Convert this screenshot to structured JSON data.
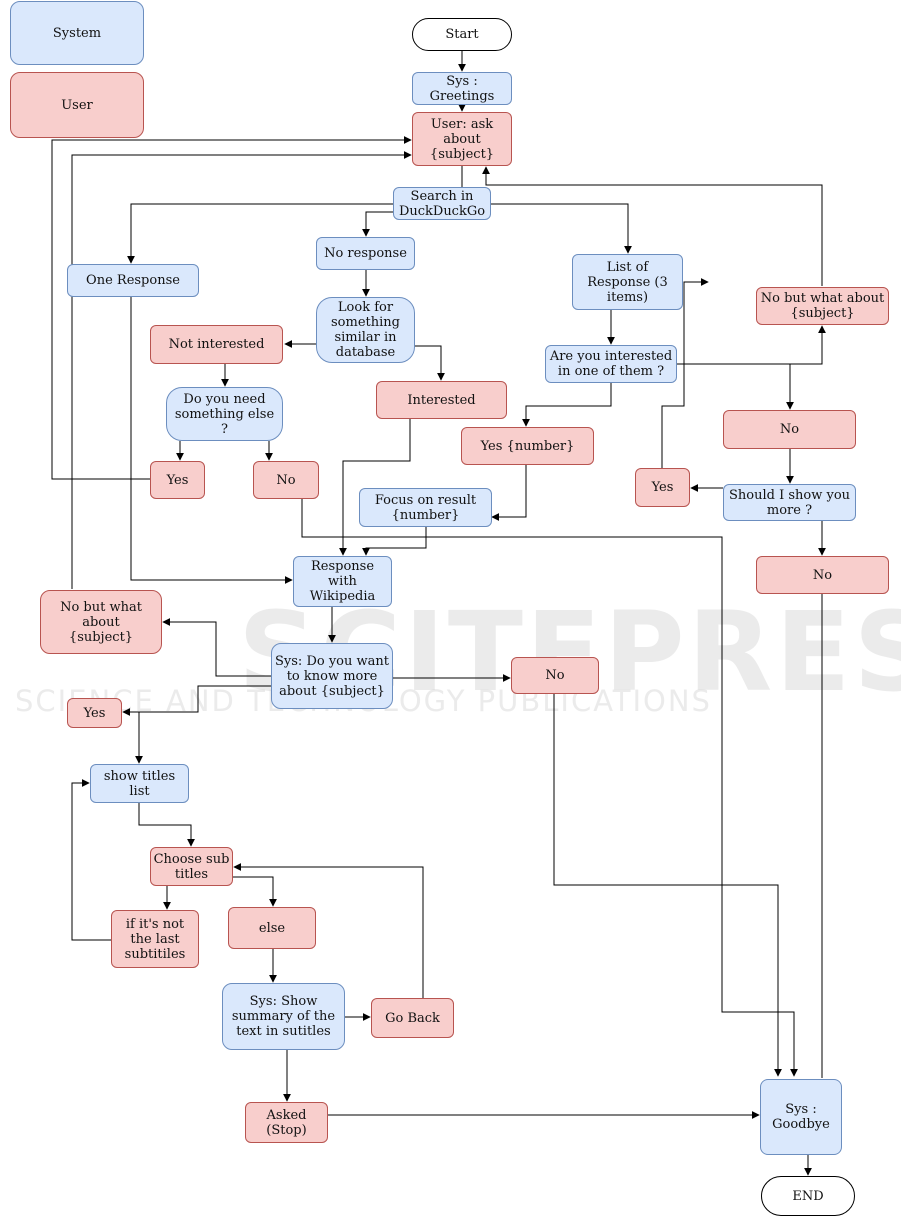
{
  "legend": {
    "system": "System",
    "user": "User"
  },
  "colors": {
    "system_fill": "#dae8fc",
    "system_stroke": "#6c8ebf",
    "user_fill": "#f8cecc",
    "user_stroke": "#b85450"
  },
  "nodes": {
    "start": "Start",
    "greetings": "Sys :\nGreetings",
    "ask": "User: ask\nabout\n{subject}",
    "search": "Search in\nDuckDuckGo",
    "one_response": "One Response",
    "no_response": "No response",
    "look_similar": "Look for\nsomething\nsimilar in\ndatabase",
    "not_interested": "Not interested",
    "interested": "Interested",
    "need_else": "Do you need\nsomething else\n?",
    "yes_left": "Yes",
    "no_left": "No",
    "list_response": "List of\nResponse (3\nitems)",
    "interested_one": "Are you interested\nin one of them ?",
    "yes_number": "Yes {number}",
    "focus_result": "Focus on result\n{number}",
    "no_but_right": "No but what about\n{subject}",
    "no_right": "No",
    "show_more": "Should I show you\nmore ?",
    "yes_right": "Yes",
    "no_right2": "No",
    "wikipedia": "Response\nwith\nWikipedia",
    "no_but_left": "No but what\nabout\n{subject}",
    "know_more": "Sys: Do you want\nto know more\nabout {subject}",
    "no_mid": "No",
    "yes_mid": "Yes",
    "titles_list": "show titles\nlist",
    "choose_sub": "Choose sub\ntitles",
    "not_last": "if it's not\nthe last\nsubtitiles",
    "else": "else",
    "summary": "Sys: Show\nsummary of the\ntext in sutitles",
    "go_back": "Go Back",
    "asked_stop": "Asked\n(Stop)",
    "goodbye": "Sys :\nGoodbye",
    "end": "END"
  },
  "watermark": {
    "main": "SCITEPRESS",
    "sub": "SCIENCE AND TECHNOLOGY PUBLICATIONS"
  }
}
